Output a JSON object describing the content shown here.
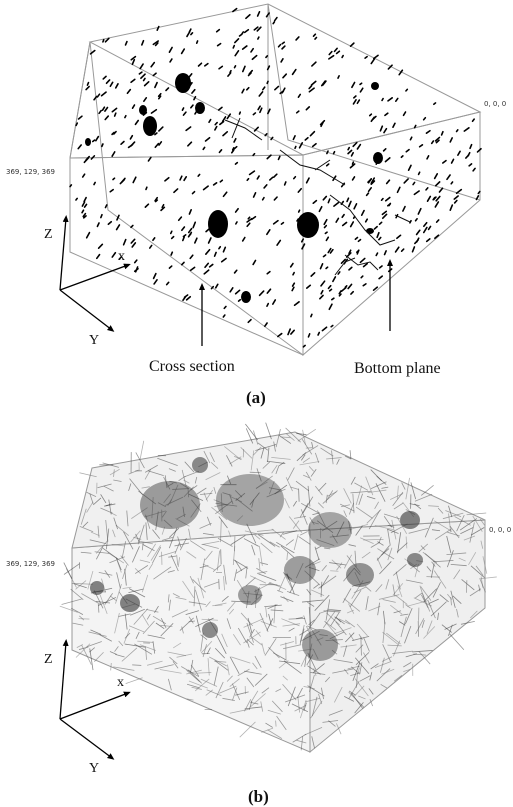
{
  "panel_a": {
    "label": "(a)",
    "corner_far": "0, 0, 0",
    "corner_near": "369, 129, 369",
    "axes": {
      "z": "Z",
      "x": "x",
      "y": "Y"
    },
    "annotations": {
      "cross_section": "Cross section",
      "bottom_plane": "Bottom plane"
    }
  },
  "panel_b": {
    "label": "(b)",
    "corner_far": "0, 0, 0",
    "corner_near": "369, 129, 369",
    "axes": {
      "z": "Z",
      "x": "x",
      "y": "Y"
    }
  }
}
